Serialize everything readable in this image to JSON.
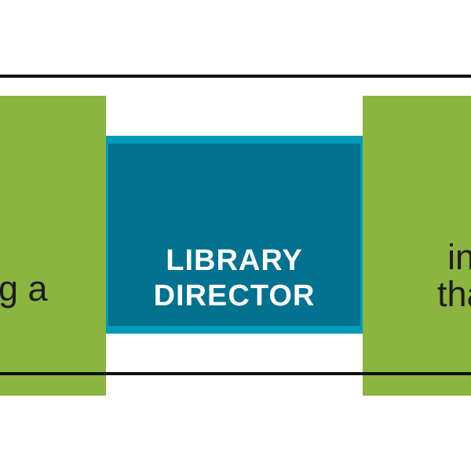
{
  "canvas": {
    "description": "Cropped infographic diagram: organizational flow with green boxes and central blue LIBRARY DIRECTOR box between two horizontal black rules"
  },
  "colors": {
    "canvas_bg": "#ffffff",
    "green": "#8bb441",
    "teal_light": "#0099ba",
    "teal_dark": "#00718e",
    "rule_black": "#101010",
    "text_black": "#1e1c1c",
    "title_white": "#ffffff"
  },
  "center_blue_box": {
    "title_line1": "LIBRARY",
    "title_line2": "DIRECTOR"
  },
  "left_green_box": {
    "fragment_text": "g a"
  },
  "right_green_box": {
    "fragment_line1": "in",
    "fragment_line2": "tha"
  }
}
